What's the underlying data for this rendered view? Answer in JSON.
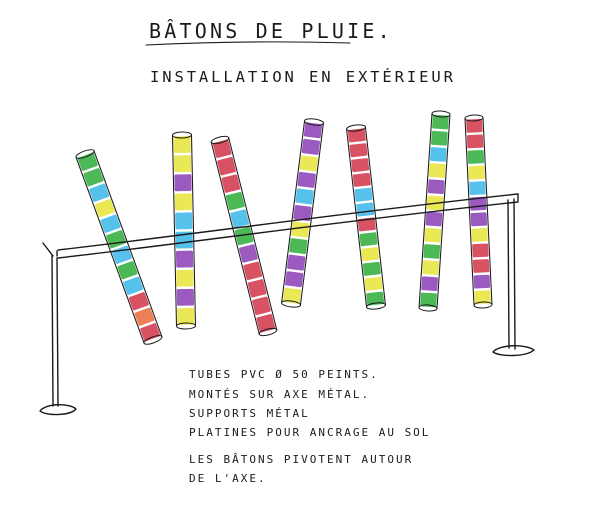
{
  "sketch": {
    "title": "BÂTONS DE PLUIE.",
    "subtitle": "INSTALLATION EN EXTÉRIEUR",
    "notes": [
      "TUBES PVC Ø 50 PEINTS.",
      "MONTÉS SUR AXE MÉTAL.",
      "SUPPORTS MÉTAL",
      "PLATINES POUR ANCRAGE AU SOL",
      "LES BÂTONS PIVOTENT AUTOUR",
      "DE L'AXE."
    ]
  },
  "colors": {
    "ink": "#1b1b1b",
    "green": "#2fae3a",
    "cyan": "#3ab7e6",
    "yellow": "#e8e43a",
    "purple": "#8a3fb5",
    "red": "#d3354a",
    "orange": "#ea6a3a"
  },
  "rods": [
    {
      "bands": [
        "green",
        "green",
        "cyan",
        "yellow",
        "cyan",
        "green",
        "cyan",
        "green",
        "cyan",
        "red",
        "orange",
        "red"
      ]
    },
    {
      "bands": [
        "yellow",
        "yellow",
        "purple",
        "yellow",
        "cyan",
        "cyan",
        "purple",
        "yellow",
        "purple",
        "yellow"
      ]
    },
    {
      "bands": [
        "red",
        "red",
        "red",
        "green",
        "cyan",
        "green",
        "purple",
        "red",
        "red",
        "red",
        "red"
      ]
    },
    {
      "bands": [
        "purple",
        "purple",
        "yellow",
        "purple",
        "cyan",
        "purple",
        "yellow",
        "green",
        "purple",
        "purple",
        "yellow"
      ]
    },
    {
      "bands": [
        "red",
        "red",
        "red",
        "red",
        "cyan",
        "cyan",
        "red",
        "green",
        "yellow",
        "green",
        "yellow",
        "green"
      ]
    },
    {
      "bands": [
        "green",
        "green",
        "cyan",
        "yellow",
        "purple",
        "yellow",
        "purple",
        "yellow",
        "green",
        "yellow",
        "purple",
        "green"
      ]
    },
    {
      "bands": [
        "red",
        "red",
        "green",
        "yellow",
        "cyan",
        "purple",
        "purple",
        "yellow",
        "red",
        "red",
        "purple",
        "yellow"
      ]
    }
  ]
}
